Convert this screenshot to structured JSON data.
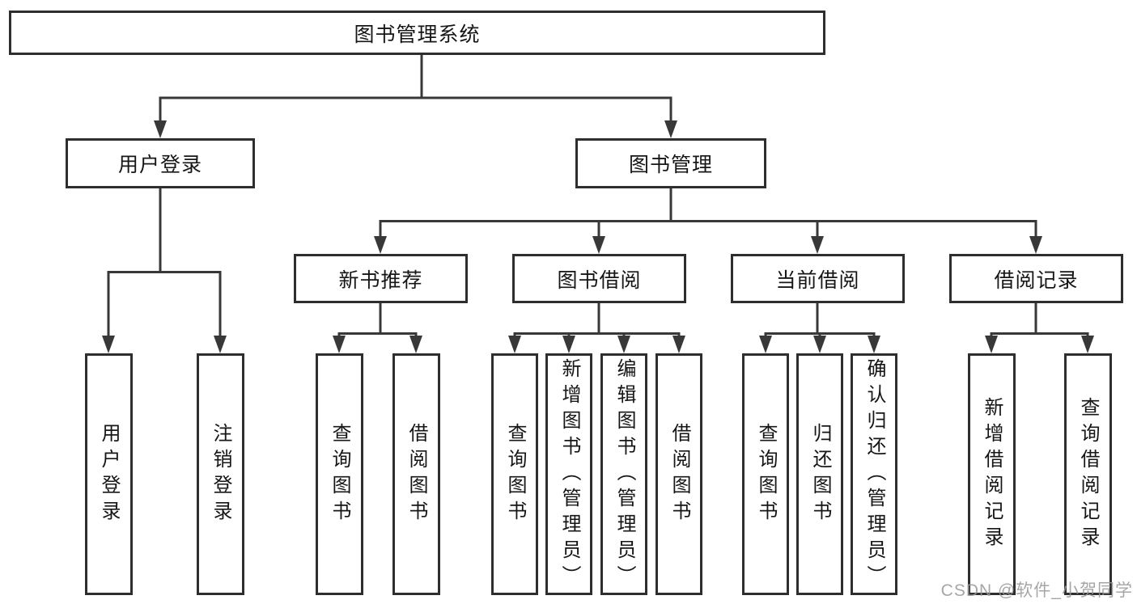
{
  "diagram": {
    "root": "图书管理系统",
    "branches": [
      {
        "label": "用户登录",
        "leaves": [
          "用户登录",
          "注销登录"
        ]
      },
      {
        "label": "图书管理",
        "sections": [
          {
            "label": "新书推荐",
            "leaves": [
              "查询图书",
              "借阅图书"
            ]
          },
          {
            "label": "图书借阅",
            "leaves": [
              "查询图书",
              "新增图书（管理员）",
              "编辑图书（管理员）",
              "借阅图书"
            ]
          },
          {
            "label": "当前借阅",
            "leaves": [
              "查询图书",
              "归还图书",
              "确认归还（管理员）"
            ]
          },
          {
            "label": "借阅记录",
            "leaves": [
              "新增借阅记录",
              "查询借阅记录"
            ]
          }
        ]
      }
    ]
  },
  "watermark": "CSDN @软件_小贺同学",
  "colors": {
    "line": "#383838",
    "border": "#2e2e2e",
    "watermark": "#999999"
  }
}
